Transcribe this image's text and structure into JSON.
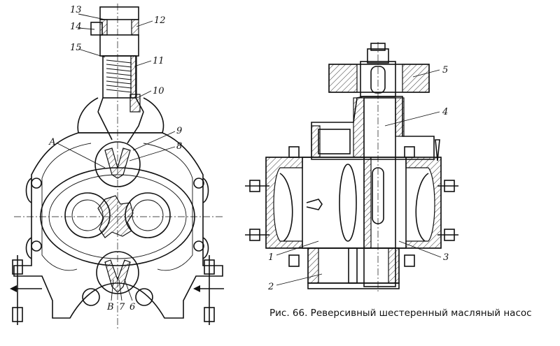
{
  "caption": "Рис. 66. Реверсивный шестеренный масляный насос",
  "left_view": {
    "labels": {
      "l13": "13",
      "l12": "12",
      "l14": "14",
      "l15": "15",
      "l11": "11",
      "l10": "10",
      "l9": "9",
      "lA": "А",
      "l8": "8",
      "lB": "В",
      "l7": "7",
      "l6": "6"
    }
  },
  "right_view": {
    "labels": {
      "l5": "5",
      "l4": "4",
      "l1": "1",
      "l3": "3",
      "l2": "2"
    }
  }
}
